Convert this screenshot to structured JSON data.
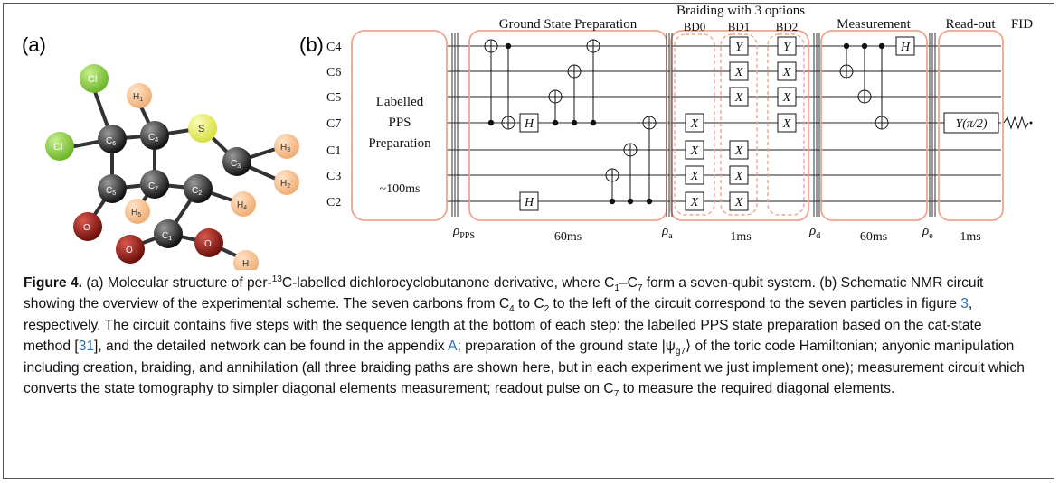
{
  "panel_a_label": "(a)",
  "panel_b_label": "(b)",
  "molecule": {
    "atoms": [
      {
        "id": "cl1",
        "label": "Cl",
        "color": "#8bd13a"
      },
      {
        "id": "cl2",
        "label": "Cl",
        "color": "#8bd13a"
      },
      {
        "id": "c6",
        "label": "C6",
        "color": "#222222"
      },
      {
        "id": "c4",
        "label": "C4",
        "color": "#222222"
      },
      {
        "id": "c5",
        "label": "C5",
        "color": "#222222"
      },
      {
        "id": "c7",
        "label": "C7",
        "color": "#222222"
      },
      {
        "id": "c3",
        "label": "C3",
        "color": "#222222"
      },
      {
        "id": "c2",
        "label": "C2",
        "color": "#222222"
      },
      {
        "id": "c1",
        "label": "C1",
        "color": "#222222"
      },
      {
        "id": "s",
        "label": "S",
        "color": "#e6ec66"
      },
      {
        "id": "h1",
        "label": "H1",
        "color": "#f7c596"
      },
      {
        "id": "h2",
        "label": "H2",
        "color": "#f7c596"
      },
      {
        "id": "h3",
        "label": "H3",
        "color": "#f7c596"
      },
      {
        "id": "h4",
        "label": "H4",
        "color": "#f7c596"
      },
      {
        "id": "h5",
        "label": "H5",
        "color": "#f7c596"
      },
      {
        "id": "h",
        "label": "H",
        "color": "#f7c596"
      },
      {
        "id": "o1",
        "label": "O",
        "color": "#8a1c14"
      },
      {
        "id": "o2",
        "label": "O",
        "color": "#8a1c14"
      },
      {
        "id": "o3",
        "label": "O",
        "color": "#8a1c14"
      }
    ]
  },
  "circuit": {
    "qubit_labels": [
      "C4",
      "C6",
      "C5",
      "C7",
      "C1",
      "C3",
      "C2"
    ],
    "pps_box": [
      "Labelled",
      "PPS",
      "Preparation"
    ],
    "pps_time": "~100ms",
    "sections": {
      "ground": "Ground State Preparation",
      "braiding": "Braiding with 3 options",
      "bd0": "BD0",
      "bd1": "BD1",
      "bd2": "BD2",
      "measurement": "Measurement",
      "readout": "Read-out",
      "fid": "FID"
    },
    "gates": {
      "h": "H",
      "x": "X",
      "y": "Y",
      "readout": "Y(π/2)"
    },
    "rho": {
      "pps": "ρ",
      "pps_sub": "PPS",
      "a": "ρ",
      "a_sub": "a",
      "d": "ρ",
      "d_sub": "d",
      "e": "ρ",
      "e_sub": "e"
    },
    "times": {
      "ground": "60ms",
      "braid": "1ms",
      "meas": "60ms",
      "read": "1ms"
    },
    "accent_color": "#f0a48e"
  },
  "caption": {
    "fig": "Figure 4.",
    "t1": " (a) Molecular structure of per-",
    "sup13": "13",
    "t2": "C-labelled dichlorocyclobutanone derivative, where C",
    "s1": "1",
    "t3": "–C",
    "s7": "7",
    "t4": " form a seven-qubit system. (b) Schematic NMR circuit showing the overview of the experimental scheme. The seven carbons from C",
    "s4": "4",
    "t5": " to C",
    "s2": "2",
    "t6": " to the left of the circuit correspond to the seven particles in figure ",
    "ref3": "3",
    "t7": ", respectively. The circuit contains five steps with the sequence length at the bottom of each step: the labelled PPS state preparation based on the cat-state method [",
    "ref31": "31",
    "t8": "], and the detailed network can be found in the appendix ",
    "refA": "A",
    "t9": "; preparation of the ground state |ψ",
    "sg7": "g7",
    "t10": "⟩ of the toric code Hamiltonian; anyonic manipulation including creation, braiding, and annihilation (all three braiding paths are shown here, but in each experiment we just implement one); measurement circuit which converts the state tomography to simpler diagonal elements measurement; readout pulse on C",
    "s7b": "7",
    "t11": " to measure the required diagonal elements."
  }
}
